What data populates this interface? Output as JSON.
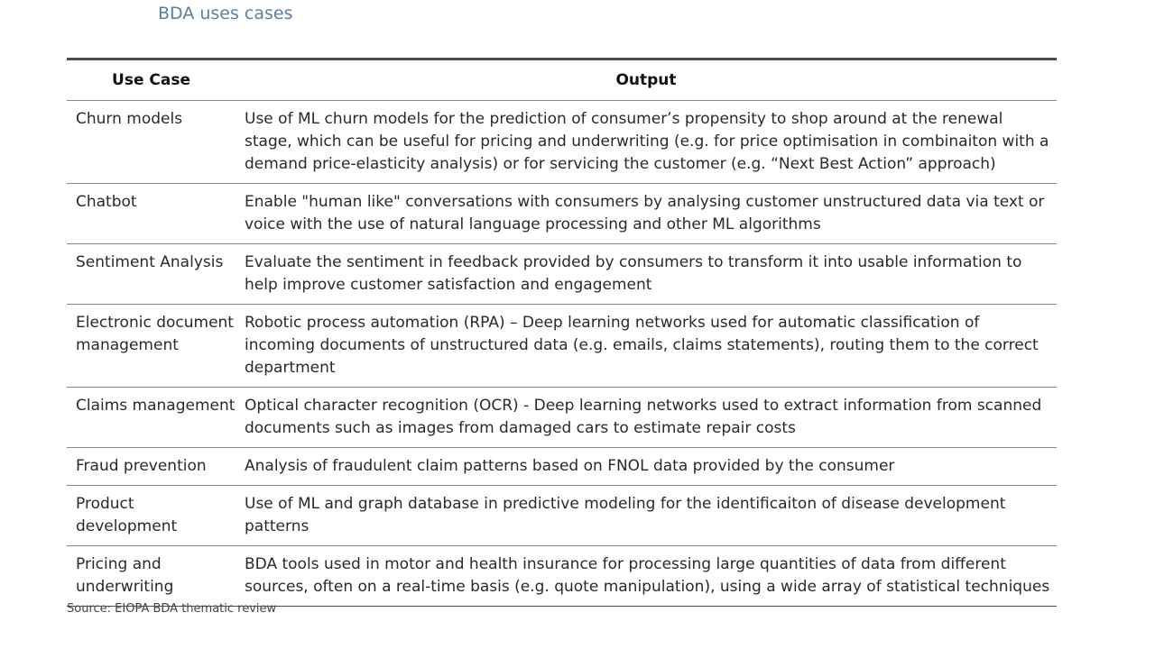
{
  "title": "BDA uses cases",
  "table": {
    "headers": [
      "Use Case",
      "Output"
    ],
    "rows": [
      {
        "use_case": "Churn models",
        "output": "Use of ML churn models for the prediction of consumer’s propensity to shop around at the renewal stage, which can be useful for pricing and underwriting (e.g. for price optimisation in combinaiton with a demand price-elasticity analysis) or for servicing the customer (e.g. “Next Best Action” approach)"
      },
      {
        "use_case": "Chatbot",
        "output": "Enable \"human like\" conversations with consumers by analysing customer unstructured data via text or voice with the use of natural language processing and other ML algorithms"
      },
      {
        "use_case": "Sentiment Analysis",
        "output": "Evaluate the sentiment in feedback provided by consumers to transform it into usable information to help improve customer satisfaction and engagement"
      },
      {
        "use_case": "Electronic document management",
        "output": "Robotic process automation (RPA) – Deep learning networks used for automatic classification of incoming documents of unstructured data (e.g. emails, claims statements), routing them to the correct department"
      },
      {
        "use_case": "Claims management",
        "output": "Optical character recognition (OCR) - Deep learning networks used to extract information from scanned documents such as images from damaged cars to estimate repair costs"
      },
      {
        "use_case": "Fraud prevention",
        "output": "Analysis of fraudulent claim patterns based on FNOL data provided by the consumer"
      },
      {
        "use_case": "Product development",
        "output": "Use of ML and graph database in predictive modeling for the identificaiton of disease development patterns"
      },
      {
        "use_case": "Pricing and underwriting",
        "output": "BDA tools used in motor and health insurance for processing large quantities of data from different sources, often on a real-time basis (e.g. quote manipulation), using a wide array of statistical techniques"
      }
    ]
  },
  "source": "Source: EIOPA BDA thematic review",
  "colors": {
    "title": "#5a7fa6",
    "rule": "#4d4d4d"
  }
}
